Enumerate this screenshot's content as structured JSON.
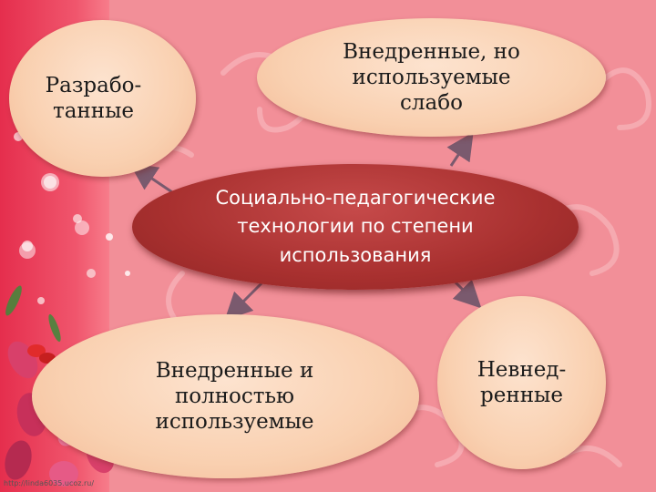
{
  "slide": {
    "center_node": {
      "text": "Социально-педагогические\nтехнологии по степени\nиспользования"
    },
    "nodes": [
      {
        "id": "developed",
        "text": "Разрабо-\nтанные"
      },
      {
        "id": "weakly_used",
        "text": "Внедренные, но\nиспользуемые\nслабо"
      },
      {
        "id": "fully_used",
        "text": "Внедренные и\nполностью\nиспользуемые"
      },
      {
        "id": "not_implemented",
        "text": "Невнед-\nренные"
      }
    ],
    "footer_url": "http://linda6035.ucoz.ru/"
  },
  "colors": {
    "background": "#f28f98",
    "left_strip": "#e52e4d",
    "bubble": "#f9d0b0",
    "center": "#a8302f",
    "arrow": "#7a5a6e"
  },
  "icons": [
    "flower-icon",
    "butterfly-icon",
    "arrow-icon"
  ]
}
